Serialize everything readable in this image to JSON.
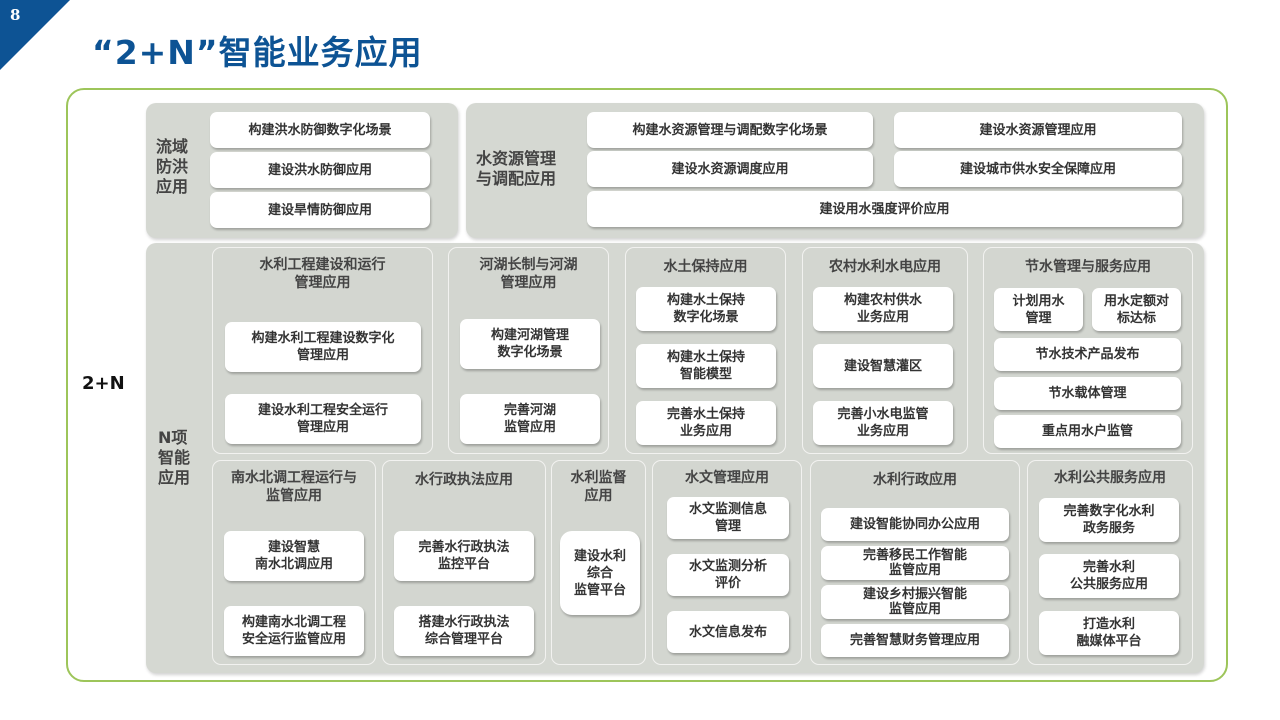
{
  "header": {
    "page_number": "8",
    "title": "“2+N”智能业务应用"
  },
  "side_label": "2+N",
  "top_panels": {
    "flood": {
      "label": "流域\n防洪\n应用",
      "items": [
        "构建洪水防御数字化场景",
        "建设洪水防御应用",
        "建设旱情防御应用"
      ]
    },
    "water_resource": {
      "label": "水资源管理\n与调配应用",
      "items": [
        "构建水资源管理与调配数字化场景",
        "建设水资源管理应用",
        "建设水资源调度应用",
        "建设城市供水安全保障应用",
        "建设用水强度评价应用"
      ]
    }
  },
  "n_panel": {
    "label": "N项\n智能\n应用",
    "groups": [
      {
        "title": "水利工程建设和运行\n管理应用",
        "items": [
          "构建水利工程建设数字化\n管理应用",
          "建设水利工程安全运行\n管理应用"
        ]
      },
      {
        "title": "河湖长制与河湖\n管理应用",
        "items": [
          "构建河湖管理\n数字化场景",
          "完善河湖\n监管应用"
        ]
      },
      {
        "title": "水土保持应用",
        "items": [
          "构建水土保持\n数字化场景",
          "构建水土保持\n智能模型",
          "完善水土保持\n业务应用"
        ]
      },
      {
        "title": "农村水利水电应用",
        "items": [
          "构建农村供水\n业务应用",
          "建设智慧灌区",
          "完善小水电监管\n业务应用"
        ]
      },
      {
        "title": "节水管理与服务应用",
        "items": [
          "计划用水\n管理",
          "用水定额对\n标达标",
          "节水技术产品发布",
          "节水载体管理",
          "重点用水户监管"
        ]
      },
      {
        "title": "南水北调工程运行与\n监管应用",
        "items": [
          "建设智慧\n南水北调应用",
          "构建南水北调工程\n安全运行监管应用"
        ]
      },
      {
        "title": "水行政执法应用",
        "items": [
          "完善水行政执法\n监控平台",
          "搭建水行政执法\n综合管理平台"
        ]
      },
      {
        "title": "水利监督\n应用",
        "items": [
          "建设水利\n综合\n监管平台"
        ]
      },
      {
        "title": "水文管理应用",
        "items": [
          "水文监测信息\n管理",
          "水文监测分析\n评价",
          "水文信息发布"
        ]
      },
      {
        "title": "水利行政应用",
        "items": [
          "建设智能协同办公应用",
          "完善移民工作智能\n监管应用",
          "建设乡村振兴智能\n监管应用",
          "完善智慧财务管理应用"
        ]
      },
      {
        "title": "水利公共服务应用",
        "items": [
          "完善数字化水利\n政务服务",
          "完善水利\n公共服务应用",
          "打造水利\n融媒体平台"
        ]
      }
    ]
  },
  "colors": {
    "brand_blue": "#0d5394",
    "frame_green": "#9dc55a",
    "panel_gray": "#d5d8d2",
    "card_white": "#ffffff"
  }
}
